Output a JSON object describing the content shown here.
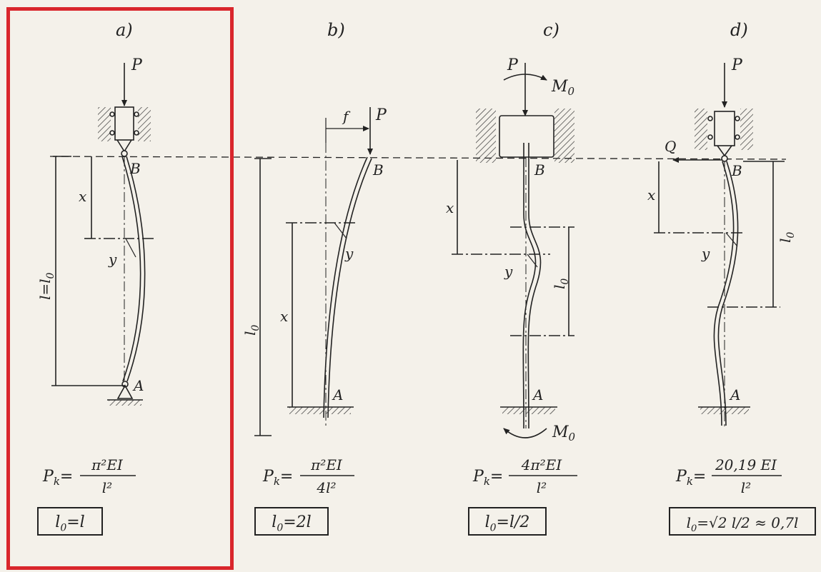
{
  "highlight_color": "#d9262c",
  "ink_color": "#222222",
  "cases": [
    {
      "id": "a",
      "label": "a)",
      "labels": {
        "load": "P",
        "top": "B",
        "bottom": "A",
        "x": "x",
        "y": "y",
        "length": "l=l",
        "length_sub": "0"
      },
      "formula": {
        "lhs": "P",
        "lhs_sub": "k",
        "eq": "=",
        "num": "π²EI",
        "den": "l²"
      },
      "result": {
        "pre": "l",
        "sub": "0",
        "post": "=l"
      }
    },
    {
      "id": "b",
      "label": "b)",
      "labels": {
        "load": "P",
        "offset": "f",
        "top": "B",
        "bottom": "A",
        "x": "x",
        "y": "y",
        "length": "l",
        "length_sub": "0"
      },
      "formula": {
        "lhs": "P",
        "lhs_sub": "k",
        "eq": "=",
        "num": "π²EI",
        "den": "4l²"
      },
      "result": {
        "pre": "l",
        "sub": "0",
        "post": "=2l"
      }
    },
    {
      "id": "c",
      "label": "c)",
      "labels": {
        "load": "P",
        "moment_top": "M",
        "moment_top_sub": "0",
        "moment_bottom": "M",
        "moment_bottom_sub": "0",
        "top": "B",
        "bottom": "A",
        "x": "x",
        "y": "y",
        "length": "l",
        "length_sub": "0"
      },
      "formula": {
        "lhs": "P",
        "lhs_sub": "k",
        "eq": "=",
        "num": "4π²EI",
        "den": "l²"
      },
      "result": {
        "pre": "l",
        "sub": "0",
        "post": "=l/2"
      }
    },
    {
      "id": "d",
      "label": "d)",
      "labels": {
        "load": "P",
        "shear": "Q",
        "top": "B",
        "bottom": "A",
        "x": "x",
        "y": "y",
        "length": "l",
        "length_sub": "0"
      },
      "formula": {
        "lhs": "P",
        "lhs_sub": "k",
        "eq": "=",
        "num": "20,19 EI",
        "den": "l²"
      },
      "result": {
        "pre": "l",
        "sub": "0",
        "post": "=√2 l/2 ≈ 0,7l"
      }
    }
  ]
}
